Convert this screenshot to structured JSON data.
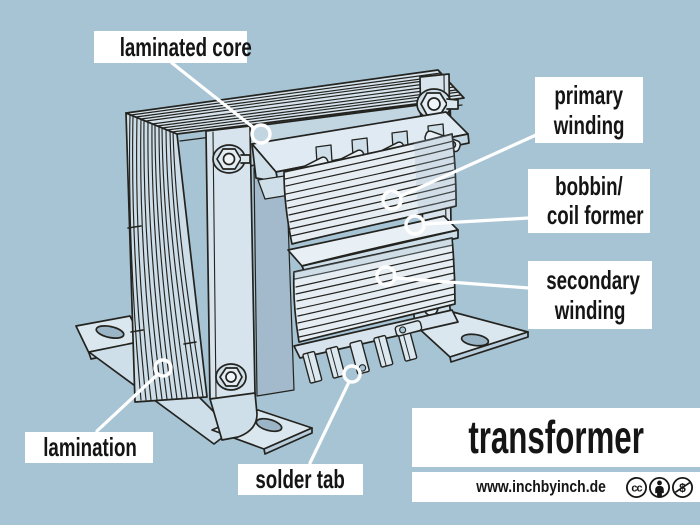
{
  "colors": {
    "background": "#a7c4d5",
    "label_box": "#ffffff",
    "label_text": "#151515",
    "leader_line": "#ffffff",
    "drawing_ink": "#23231f",
    "drawing_light": "#e4edf3",
    "drawing_mid": "#cfdfe9",
    "drawing_shade": "#9cb5c6"
  },
  "callouts": [
    {
      "name": "laminated-core",
      "lines": [
        "laminated core"
      ]
    },
    {
      "name": "primary-winding",
      "lines": [
        "primary",
        "winding"
      ]
    },
    {
      "name": "bobbin-coil-former",
      "lines": [
        "bobbin/",
        "coil former"
      ]
    },
    {
      "name": "secondary-winding",
      "lines": [
        "secondary",
        "winding"
      ]
    },
    {
      "name": "lamination",
      "lines": [
        "lamination"
      ]
    },
    {
      "name": "solder-tab",
      "lines": [
        "solder tab"
      ]
    }
  ],
  "title_bar": {
    "label": "transformer"
  },
  "footer": {
    "website": "www.inchbyinch.de",
    "license": {
      "cc_text": "cc",
      "nc_text": "$"
    }
  }
}
